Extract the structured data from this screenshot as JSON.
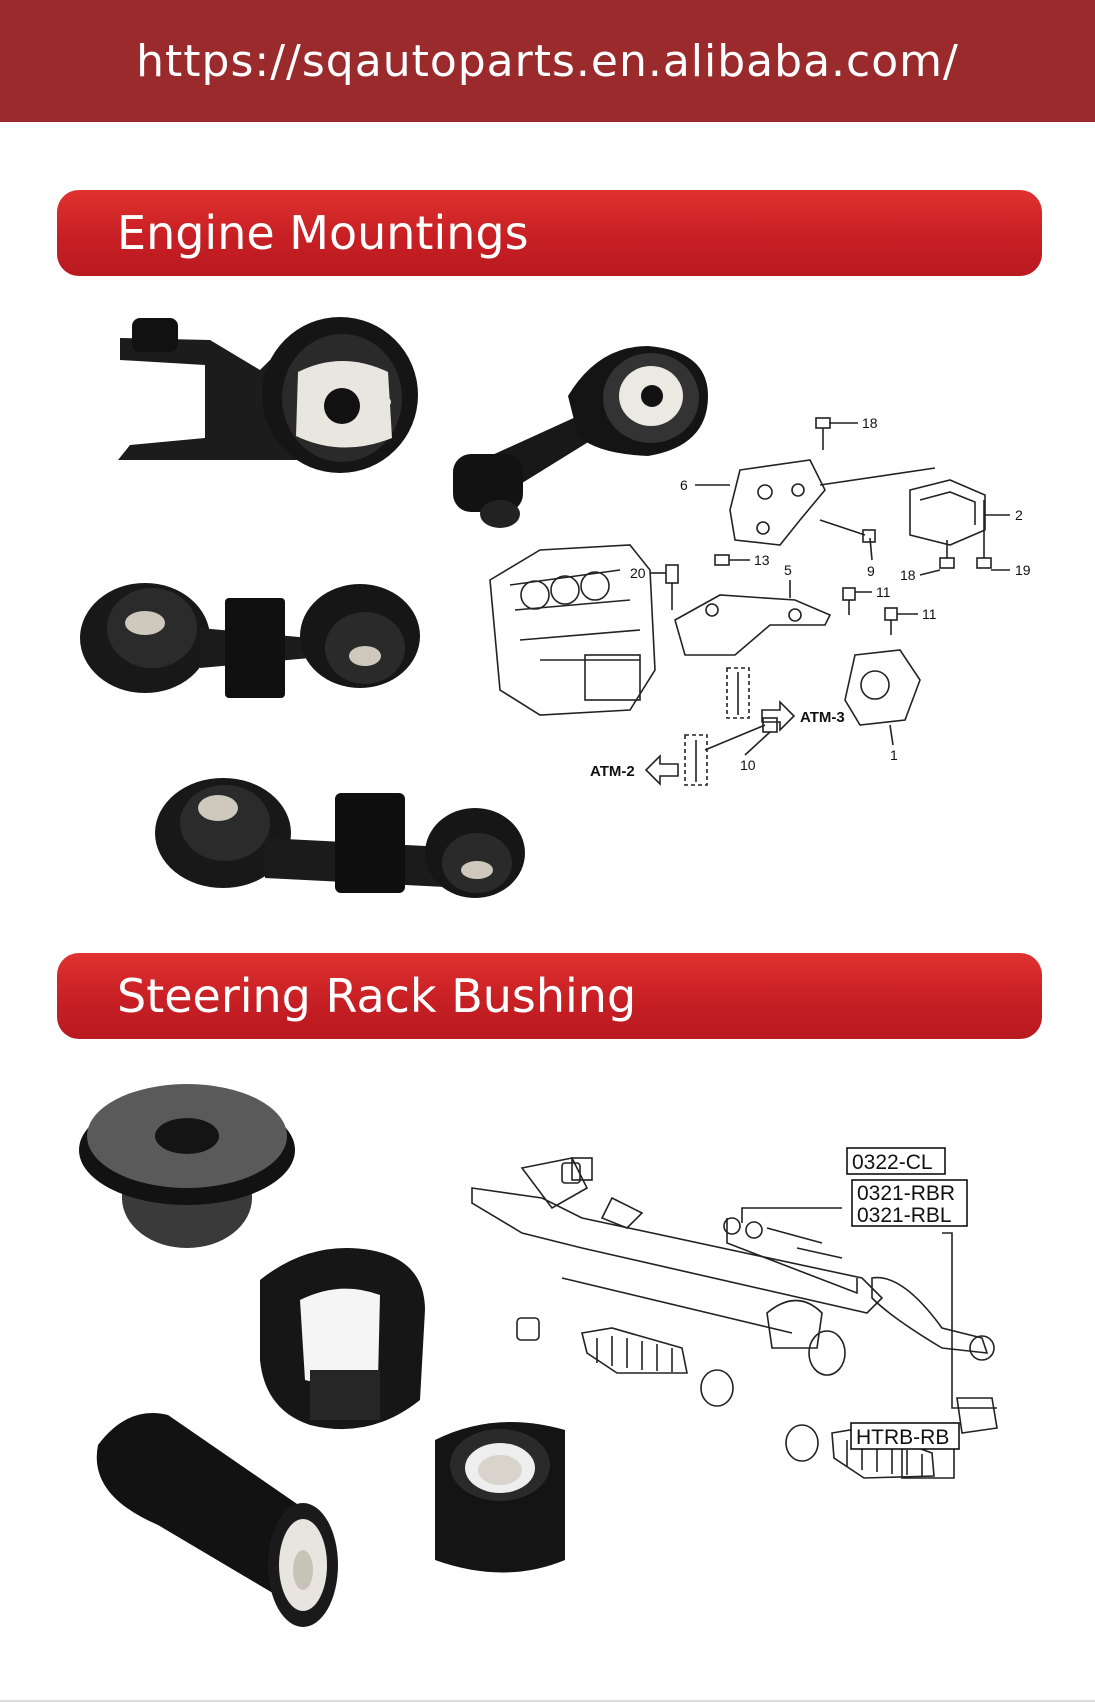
{
  "header": {
    "url": "https://sqautoparts.en.alibaba.com/"
  },
  "sections": [
    {
      "title": "Engine Mountings"
    },
    {
      "title": "Steering Rack Bushing"
    }
  ],
  "engine_diagram": {
    "callouts": [
      "18",
      "6",
      "2",
      "9",
      "18",
      "19",
      "20",
      "13",
      "5",
      "11",
      "11",
      "1",
      "10"
    ],
    "arrows": [
      "ATM-3",
      "ATM-2"
    ]
  },
  "steering_diagram": {
    "part_codes": [
      "0322-CL",
      "0321-RBR",
      "0321-RBL",
      "HTRB-RB"
    ]
  },
  "colors": {
    "header_bg": "#9b2a2d",
    "banner_red": "#d22a2c",
    "rubber": "#1c1c1c"
  }
}
